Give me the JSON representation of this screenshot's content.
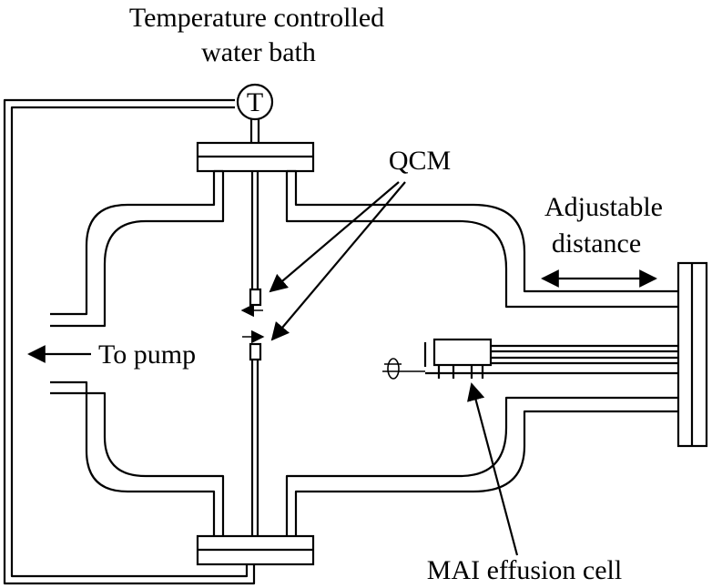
{
  "labels": {
    "bath_line1": "Temperature controlled",
    "bath_line2": "water bath",
    "thermometer": "T",
    "qcm": "QCM",
    "adjustable_line1": "Adjustable",
    "adjustable_line2": "distance",
    "pump": "To pump",
    "effusion": "MAI effusion cell"
  }
}
